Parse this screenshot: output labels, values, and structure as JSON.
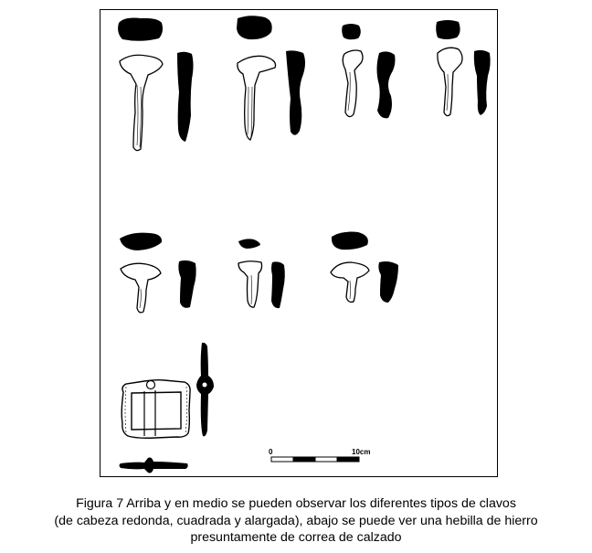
{
  "figure": {
    "scale_bar": {
      "start_label": "0",
      "end_label": "10cm"
    }
  },
  "caption": {
    "line1": "Figura 7  Arriba y en medio se pueden observar los diferentes tipos de clavos",
    "line2": "(de cabeza redonda, cuadrada y alargada), abajo se puede ver una hebilla de hierro",
    "line3": "presuntamente de correa de calzado"
  },
  "colors": {
    "ink": "#000000",
    "paper": "#ffffff"
  }
}
